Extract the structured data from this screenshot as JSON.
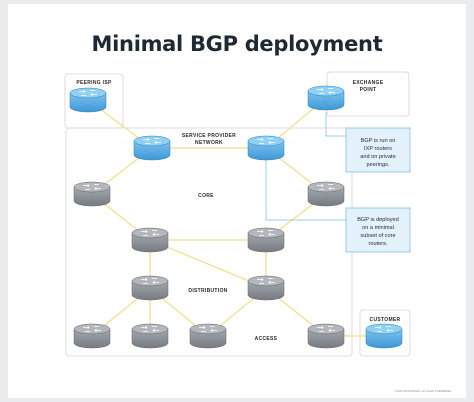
{
  "title": "Minimal BGP deployment",
  "labels": {
    "peering_isp": "PEERING ISP",
    "exchange_point": [
      "EXCHANGE",
      "POINT"
    ],
    "service_provider": [
      "SERVICE PROVIDER",
      "NETWORK"
    ],
    "core": "CORE",
    "distribution": "DISTRIBUTION",
    "access": "ACCESS",
    "customer": "CUSTOMER"
  },
  "notes": {
    "bgp_edge": [
      "BGP is run on",
      "IXP routers",
      "and on private",
      "peerings."
    ],
    "bgp_core": [
      "BGP is deployed",
      "on a minimal",
      "subset of core",
      "routers."
    ]
  },
  "credit": "©2023 TECHTARGET. ALL RIGHTS RESERVED.",
  "colors": {
    "bgp_router": "#5aaee6",
    "plain_router": "#8b9096",
    "link": "#f1df8a",
    "note_fill": "#e3f1fb",
    "note_border": "#7fc0ea"
  },
  "icons": {
    "router": "router-icon"
  }
}
